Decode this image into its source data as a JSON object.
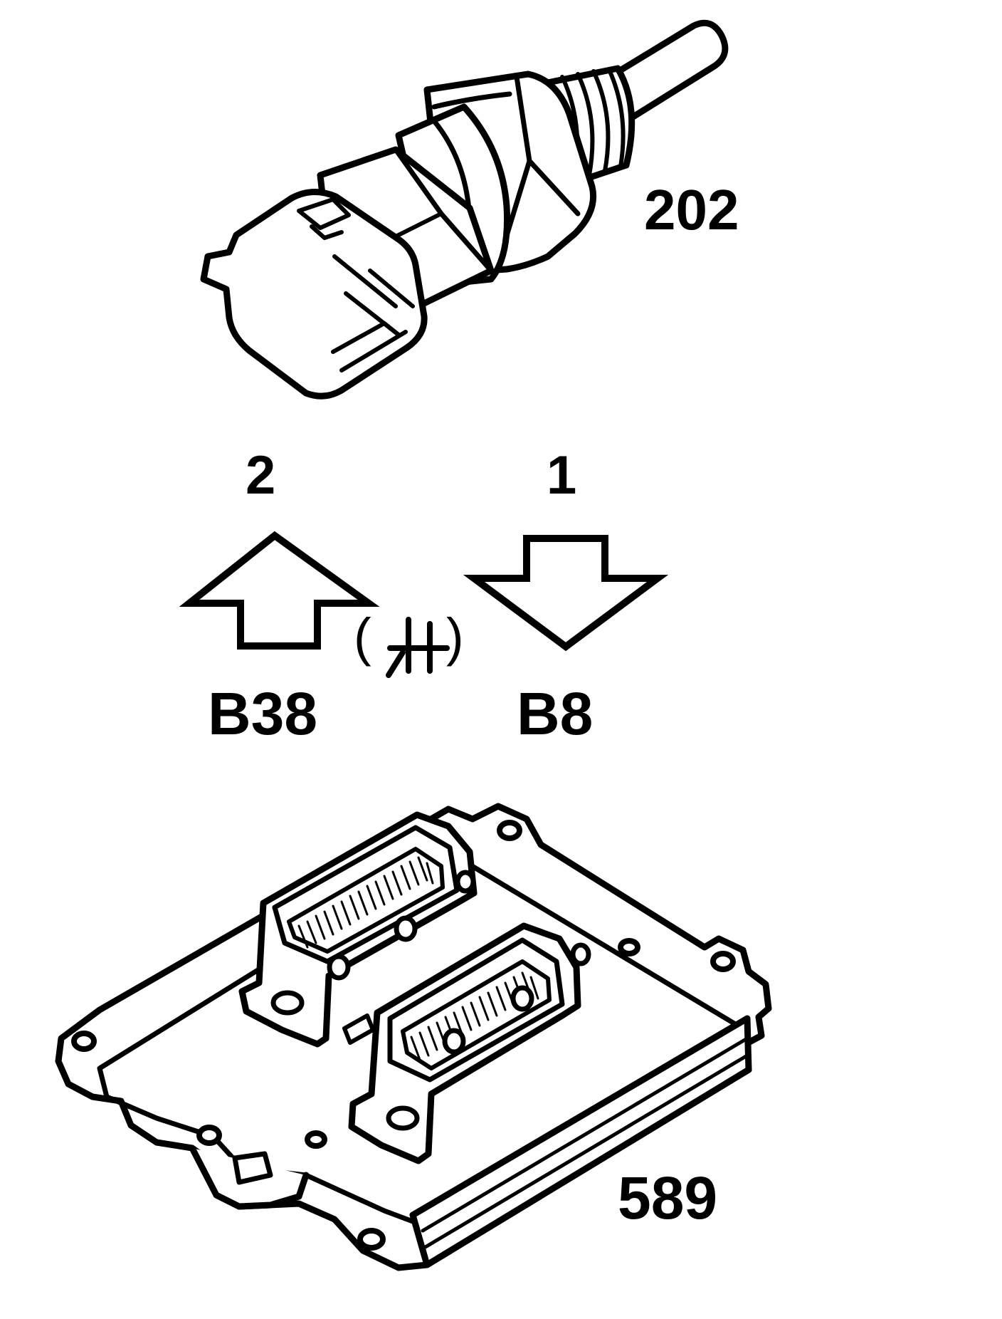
{
  "diagram": {
    "sensor": {
      "id_label": "202",
      "icon": "temperature-sensor-icon"
    },
    "connections": [
      {
        "pin": "2",
        "terminal": "B38",
        "direction": "up",
        "note": "ground"
      },
      {
        "pin": "1",
        "terminal": "B8",
        "direction": "down"
      }
    ],
    "ground_marker": {
      "open": "(",
      "close": ")",
      "icon": "ground-symbol-icon"
    },
    "control_unit": {
      "id_label": "589",
      "icon": "control-module-icon"
    }
  }
}
